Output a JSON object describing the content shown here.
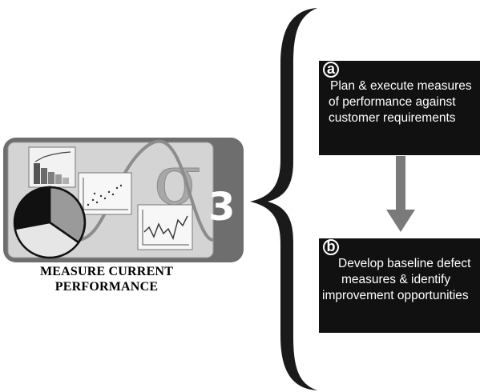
{
  "icon": {
    "step_number": "3",
    "sigma_symbol": "σ",
    "title_line1": "MEASURE CURRENT",
    "title_line2": "PERFORMANCE"
  },
  "steps": [
    {
      "letter": "a",
      "lines": [
        "Plan & execute measures",
        "of performance against",
        "customer requirements"
      ]
    },
    {
      "letter": "b",
      "lines": [
        "Develop baseline defect",
        "measures & identify",
        "improvement opportunities"
      ]
    }
  ],
  "colors": {
    "box": "#111111",
    "arrow": "#7a7a7a",
    "panel_dark": "#6e6e6e",
    "panel_light": "#cfcfcf"
  }
}
